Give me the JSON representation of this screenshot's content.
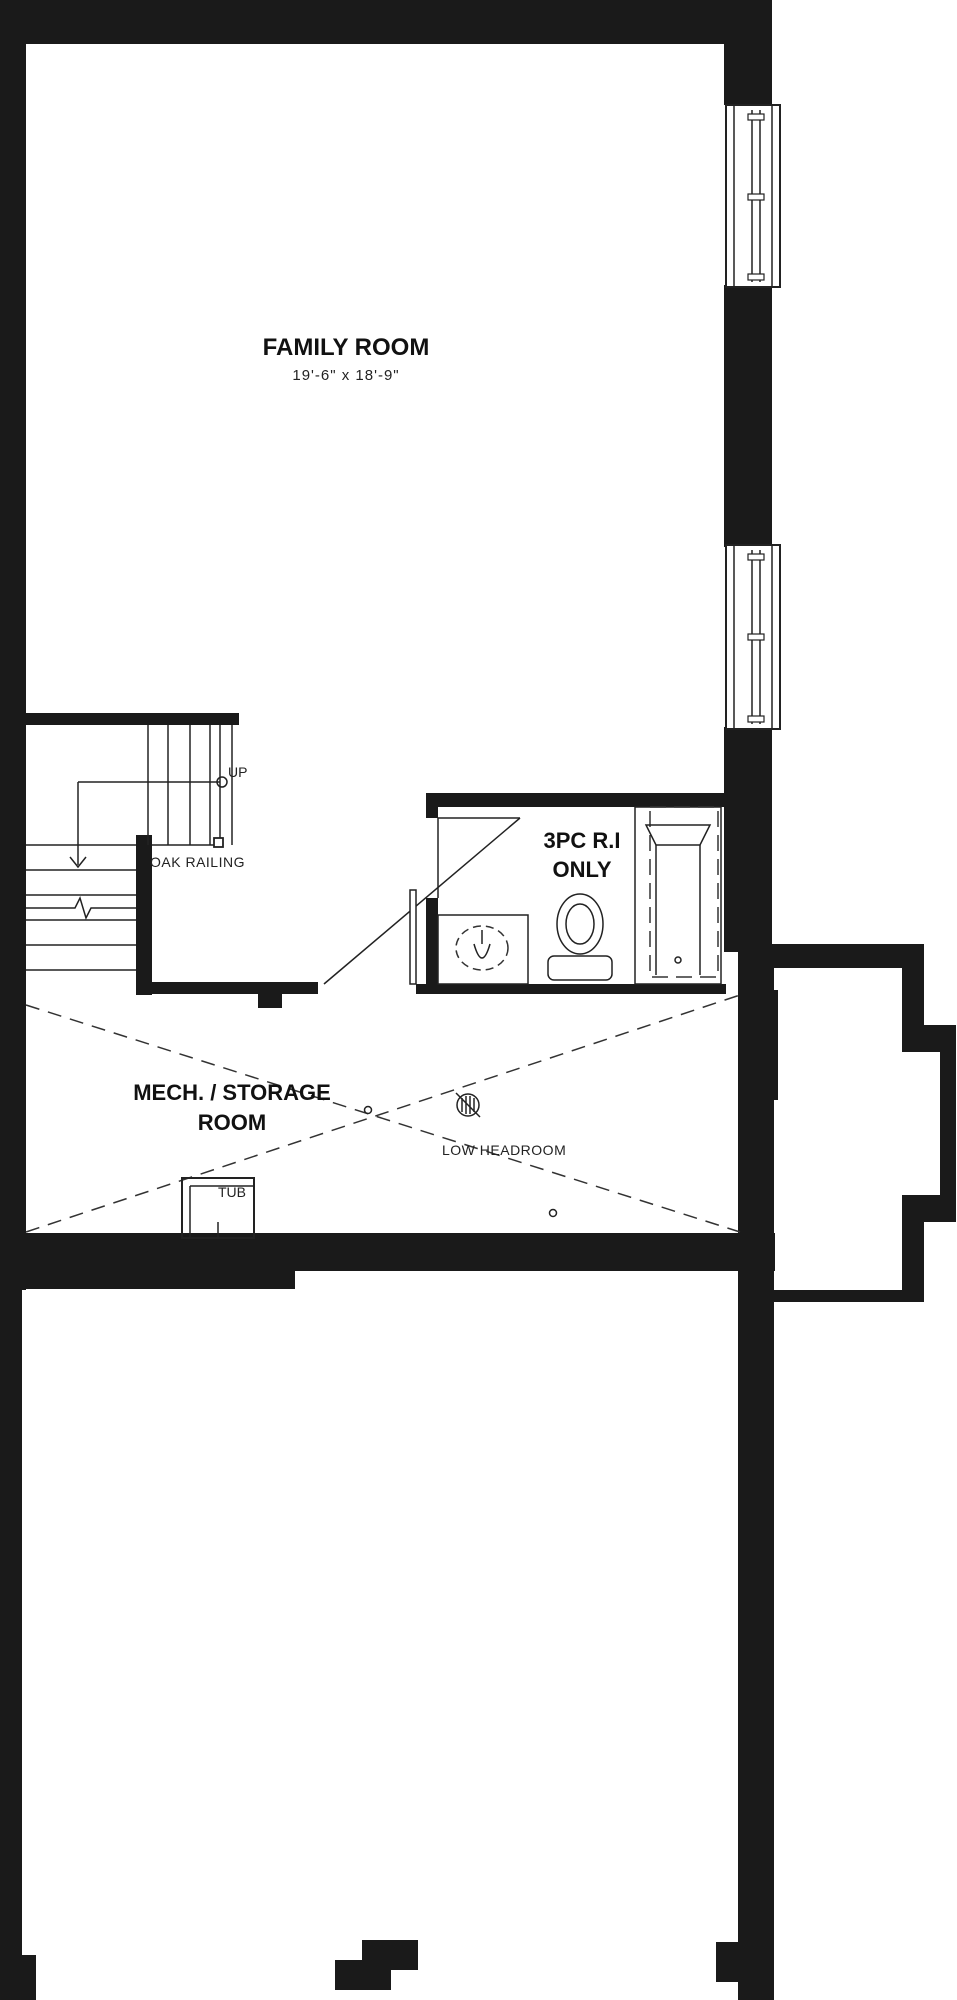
{
  "rooms": {
    "family_room": {
      "name": "FAMILY ROOM",
      "dimensions": "19'-6\" x 18'-9\""
    },
    "bath": {
      "line1": "3PC R.I",
      "line2": "ONLY"
    },
    "mech": {
      "line1": "MECH. / STORAGE",
      "line2": "ROOM"
    }
  },
  "annotations": {
    "stairs_up": "UP",
    "railing": "OAK RAILING",
    "tub": "TUB",
    "low_headroom": "LOW HEADROOM"
  },
  "colors": {
    "wall": "#1a1a1a",
    "line": "#222222",
    "background": "#ffffff"
  }
}
